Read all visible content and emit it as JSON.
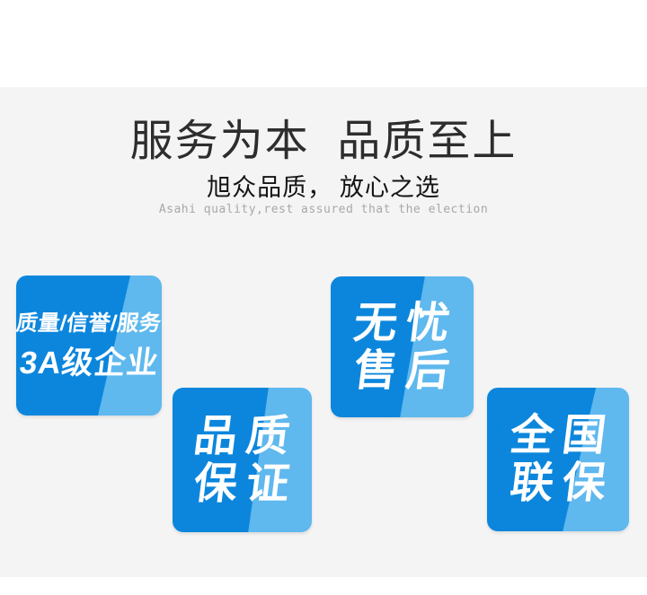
{
  "header": {
    "title": "服务为本  品质至上",
    "subtitle": "旭众品质， 放心之选",
    "subtitle_en": "Asahi quality,rest assured that the election"
  },
  "badges": [
    {
      "id": "3a-enterprise",
      "line1": "质量/信誉/服务",
      "line2": "3A级企业"
    },
    {
      "id": "quality-guarantee",
      "line1": "品质",
      "line2": "保证"
    },
    {
      "id": "worry-free-aftersales",
      "line1": "无忧",
      "line2": "售后"
    },
    {
      "id": "nationwide-warranty",
      "line1": "全国",
      "line2": "联保"
    }
  ],
  "colors": {
    "badge_blue": "#0c86dc",
    "badge_blue_light": "#5fb8ee",
    "badge_text": "#ffffff",
    "band_background": "#f4f4f4",
    "page_background": "#ffffff",
    "title": "#2d2d2d",
    "subtitle": "#141414",
    "subtitle_en": "#a8a8a8"
  }
}
